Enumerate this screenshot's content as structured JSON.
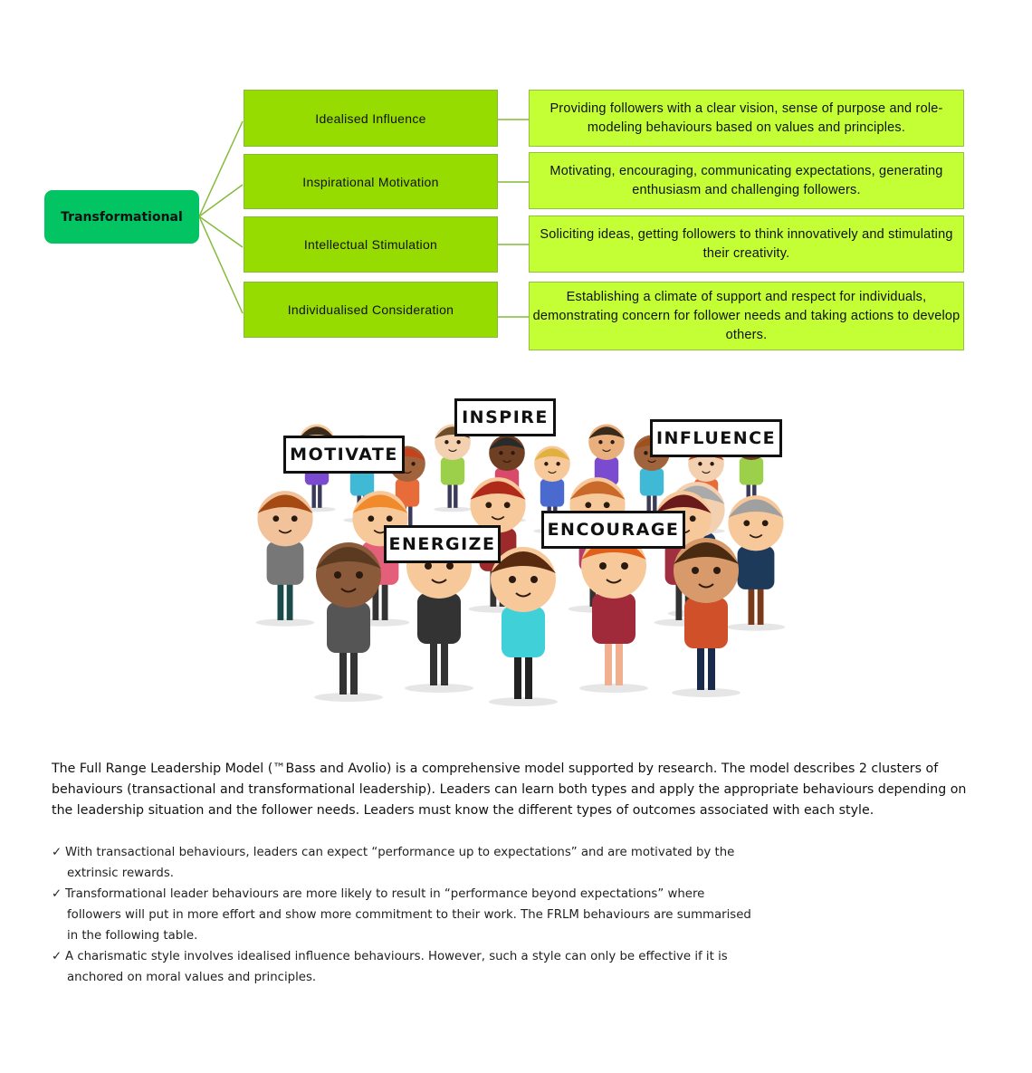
{
  "diagram": {
    "root": "Transformational",
    "branches": [
      {
        "label": "Idealised Influence",
        "description": "Providing followers with a clear vision, sense of purpose and role-modeling behaviours based on values and principles."
      },
      {
        "label": "Inspirational Motivation",
        "description": "Motivating, encouraging, communicating expectations, generating enthusiasm and challenging followers."
      },
      {
        "label": "Intellectual Stimulation",
        "description": "Soliciting ideas, getting followers to think innovatively and stimulating their creativity."
      },
      {
        "label": "Individualised Consideration",
        "description": "Establishing a climate of support and respect for individuals, demonstrating concern for follower needs and taking actions to develop others."
      }
    ],
    "colors": {
      "root": "#02c462",
      "branch": "#96dc00",
      "description": "#c3ff34",
      "connector": "#84bb3a"
    }
  },
  "illustration": {
    "tags": [
      "INSPIRE",
      "MOTIVATE",
      "INFLUENCE",
      "ENERGIZE",
      "ENCOURAGE"
    ]
  },
  "text": {
    "intro": "The Full Range Leadership Model (™Bass and Avolio) is a comprehensive model supported by research. The model describes 2 clusters of behaviours (transactional and transformational leadership). Leaders can learn both types and apply the appropriate behaviours depending on the leadership situation and the follower needs. Leaders must know the different types of outcomes associated with each style.",
    "check_glyph": "✓",
    "bullets": [
      "With transactional behaviours, leaders can expect “performance up to expectations” and are motivated by the extrinsic rewards.",
      "Transformational leader behaviours are more likely to result in “performance beyond expectations” where followers will put in more effort and show more commitment to their work. The FRLM behaviours are summarised in the following table.",
      "A charismatic style involves idealised influence behaviours. However, such a style can only be effective if it is anchored on moral values and principles."
    ]
  }
}
